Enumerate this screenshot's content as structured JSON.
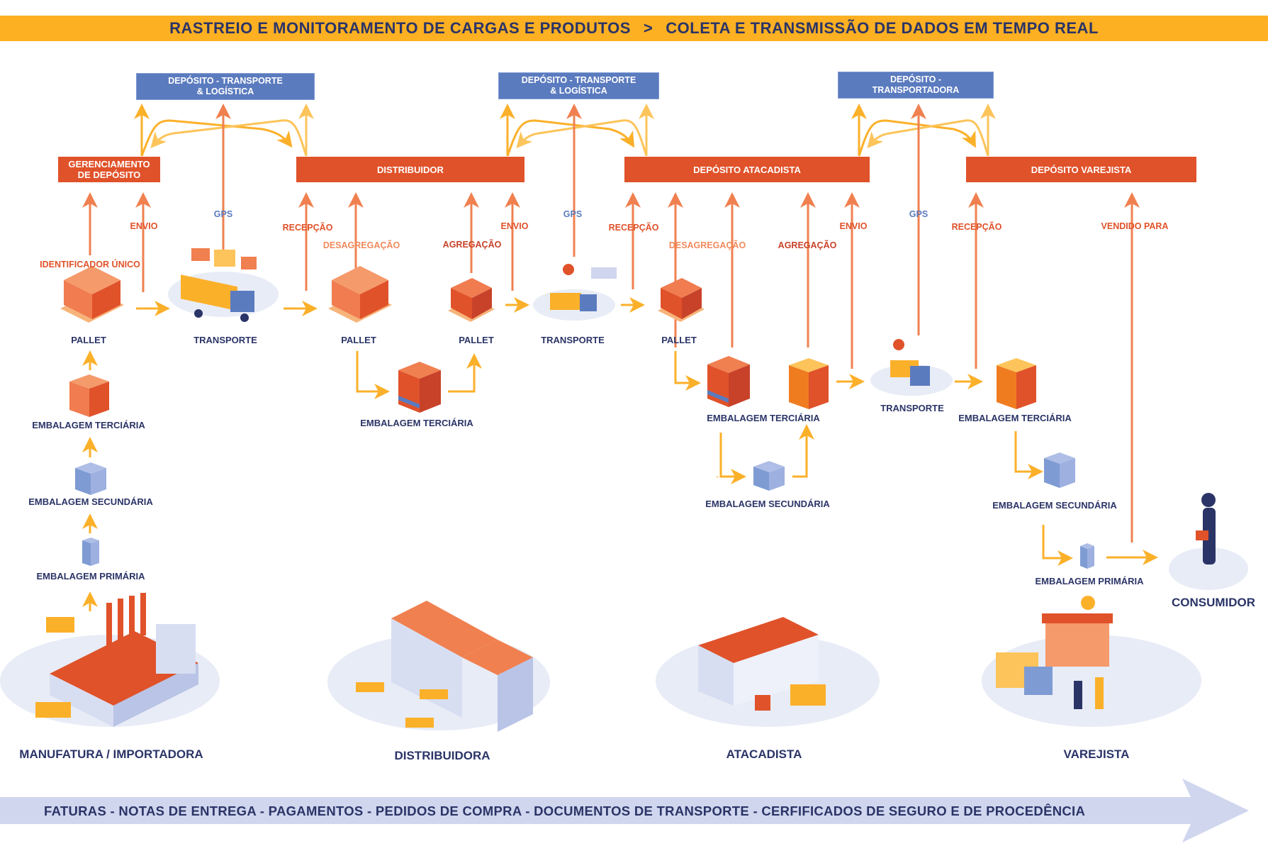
{
  "header": {
    "left": "RASTREIO E MONITORAMENTO DE CARGAS E PRODUTOS",
    "separator": ">",
    "right": "COLETA E TRANSMISSÃO DE DADOS EM TEMPO REAL"
  },
  "logistics_boxes": [
    {
      "line1": "DEPÓSITO - TRANSPORTE",
      "line2": "& LOGÍSTICA"
    },
    {
      "line1": "DEPÓSITO - TRANSPORTE",
      "line2": "& LOGÍSTICA"
    },
    {
      "line1": "DEPÓSITO -",
      "line2": "TRANSPORTADORA"
    }
  ],
  "system_boxes": [
    {
      "line1": "GERENCIAMENTO",
      "line2": "DE DEPÓSITO"
    },
    {
      "line1": "DISTRIBUIDOR",
      "line2": ""
    },
    {
      "line1": "DEPÓSITO ATACADISTA",
      "line2": ""
    },
    {
      "line1": "DEPÓSITO VAREJISTA",
      "line2": ""
    }
  ],
  "events": {
    "unique_id": "IDENTIFICADOR ÚNICO",
    "shipping": "ENVIO",
    "gps": "GPS",
    "reception": "RECEPÇÃO",
    "disaggregation": "DESAGREGAÇÃO",
    "aggregation": "AGREGAÇÃO",
    "sold_to": "VENDIDO PARA"
  },
  "nodes": {
    "pallet": "PALLET",
    "transport": "TRANSPORTE",
    "tertiary": "EMBALAGEM TERCIÁRIA",
    "secondary": "EMBALAGEM SECUNDÁRIA",
    "primary": "EMBALAGEM PRIMÁRIA",
    "consumer": "CONSUMIDOR"
  },
  "facilities": [
    {
      "label": "MANUFATURA / IMPORTADORA",
      "icon": "factory-icon"
    },
    {
      "label": "DISTRIBUIDORA",
      "icon": "distribution-center-icon"
    },
    {
      "label": "ATACADISTA",
      "icon": "wholesale-warehouse-icon"
    },
    {
      "label": "VAREJISTA",
      "icon": "retail-store-icon"
    }
  ],
  "documents_flow": "FATURAS - NOTAS DE ENTREGA - PAGAMENTOS - PEDIDOS DE COMPRA - DOCUMENTOS DE TRANSPORTE - CERFIFICADOS DE SEGURO E DE PROCEDÊNCIA",
  "colors": {
    "banner_yellow": "#fdb022",
    "navy_text": "#2b3467",
    "system_red": "#e0522a",
    "logistics_blue": "#5b7bbf",
    "flow_arrow_yellow": "#fbb02a",
    "data_arrow_salmon": "#f08050",
    "documents_arrow": "#cfd6ee"
  }
}
